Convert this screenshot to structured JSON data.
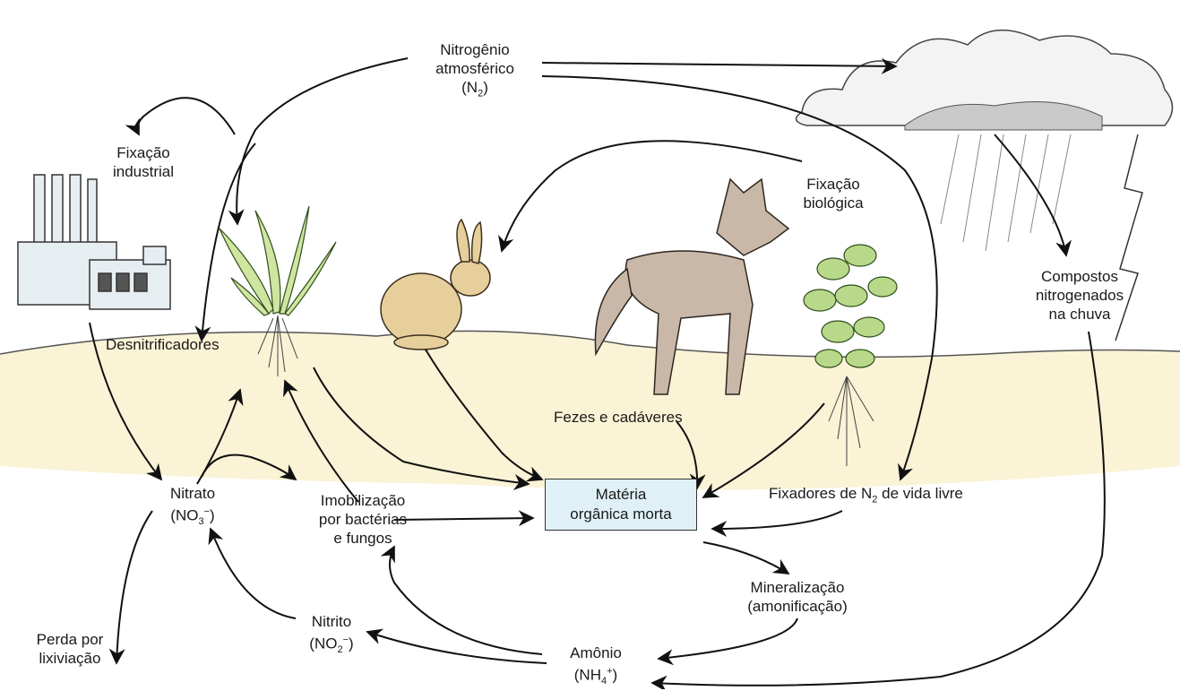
{
  "colors": {
    "ground": "#fbf3d6",
    "box_fill": "#dff1f6",
    "arrow": "#111111"
  },
  "labels": {
    "atmospheric_l1": "Nitrogênio",
    "atmospheric_l2": "atmosférico",
    "atmospheric_l3_pre": "(N",
    "atmospheric_l3_sub": "2",
    "atmospheric_l3_post": ")",
    "industrial_l1": "Fixação",
    "industrial_l2": "industrial",
    "biological_l1": "Fixação",
    "biological_l2": "biológica",
    "rain_l1": "Compostos",
    "rain_l2": "nitrogenados",
    "rain_l3": "na chuva",
    "denitrifiers": "Desnitrificadores",
    "feces": "Fezes e cadáveres",
    "free_fixers_pre": "Fixadores de N",
    "free_fixers_sub": "2",
    "free_fixers_post": " de vida livre",
    "nitrate_l1": "Nitrato",
    "nitrate_l2_pre": "(NO",
    "nitrate_l2_sub": "3",
    "nitrate_l2_sup": "−",
    "nitrate_l2_post": ")",
    "immob_l1": "Imobilização",
    "immob_l2": "por bactérias",
    "immob_l3": "e fungos",
    "organic_l1": "Matéria",
    "organic_l2": "orgânica morta",
    "mineral_l1": "Mineralização",
    "mineral_l2": "(amonificação)",
    "nitrite_l1": "Nitrito",
    "nitrite_l2_pre": "(NO",
    "nitrite_l2_sub": "2",
    "nitrite_l2_sup": "−",
    "nitrite_l2_post": ")",
    "ammonium_l1": "Amônio",
    "ammonium_l2_pre": "(NH",
    "ammonium_l2_sub": "4",
    "ammonium_l2_sup": "+",
    "ammonium_l2_post": ")",
    "leaching_l1": "Perda por",
    "leaching_l2": "lixiviação"
  }
}
